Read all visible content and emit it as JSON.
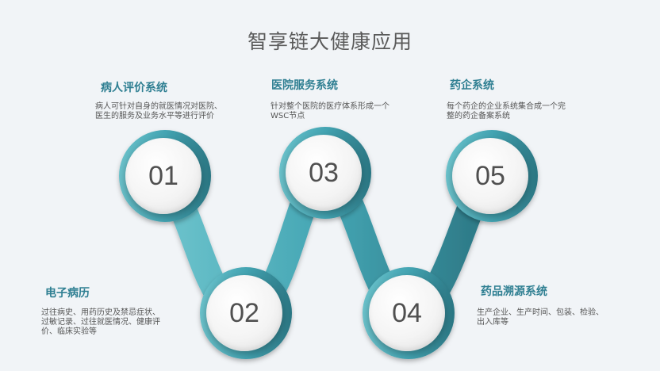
{
  "title": "智享链大健康应用",
  "colors": {
    "teal_light": "#5ab7c2",
    "teal_mid": "#3f9fae",
    "teal_dark": "#2b7683"
  },
  "items": [
    {
      "number": "01",
      "title": "病人评价系统",
      "desc": [
        "病人可针对自身的就医情况对医院、",
        "医生的服务及业务水平等进行评价"
      ]
    },
    {
      "number": "02",
      "title": "电子病历",
      "desc": [
        "过往病史、用药历史及禁忌症状、",
        "过敏记录、过往就医情况、健康评",
        "价、临床实验等"
      ]
    },
    {
      "number": "03",
      "title": "医院服务系统",
      "desc": [
        "针对整个医院的医疗体系形成一个",
        "WSC节点"
      ]
    },
    {
      "number": "04",
      "title": "药品溯源系统",
      "desc": [
        "生产企业、生产时间、包装、检验、",
        "出入库等"
      ]
    },
    {
      "number": "05",
      "title": "药企系统",
      "desc": [
        "每个药企的企业系统集合成一个完",
        "整的药企备案系统"
      ]
    }
  ]
}
